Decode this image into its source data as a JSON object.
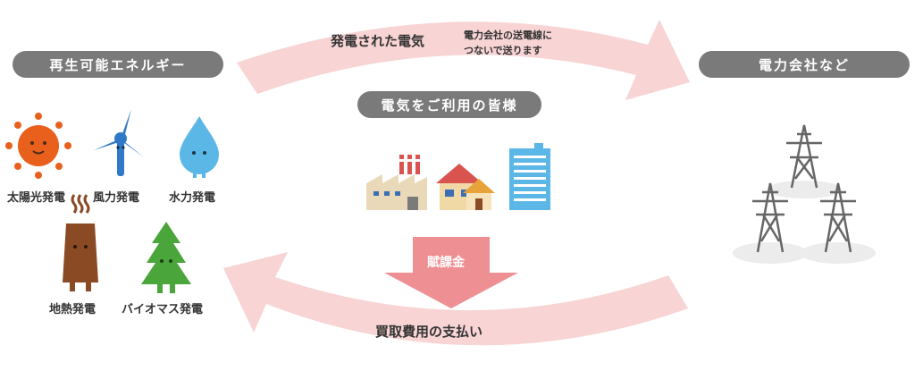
{
  "colors": {
    "pill_bg": "#7a7a7a",
    "arrow_pink": "#f8d4d4",
    "fee_arrow": "#ee8f93",
    "sun": "#e8601c",
    "wind": "#2f79c8",
    "hydro": "#5bb8e6",
    "geo": "#8a4a24",
    "biomass": "#4aa53a",
    "tower": "#666666"
  },
  "renewable": {
    "title": "再生可能エネルギー",
    "sources": [
      {
        "label": "太陽光発電",
        "icon": "sun-icon"
      },
      {
        "label": "風力発電",
        "icon": "wind-turbine-icon"
      },
      {
        "label": "水力発電",
        "icon": "water-drop-icon"
      },
      {
        "label": "地熱発電",
        "icon": "geothermal-icon"
      },
      {
        "label": "バイオマス発電",
        "icon": "tree-icon"
      }
    ]
  },
  "customers": {
    "title": "電気をご利用の皆様"
  },
  "utility": {
    "title": "電力会社など"
  },
  "flows": {
    "top_main": "発電された電気",
    "top_sub_line1": "電力会社の送電線に",
    "top_sub_line2": "つないで送ります",
    "bottom": "買取費用の支払い",
    "fee": "賦課金"
  }
}
